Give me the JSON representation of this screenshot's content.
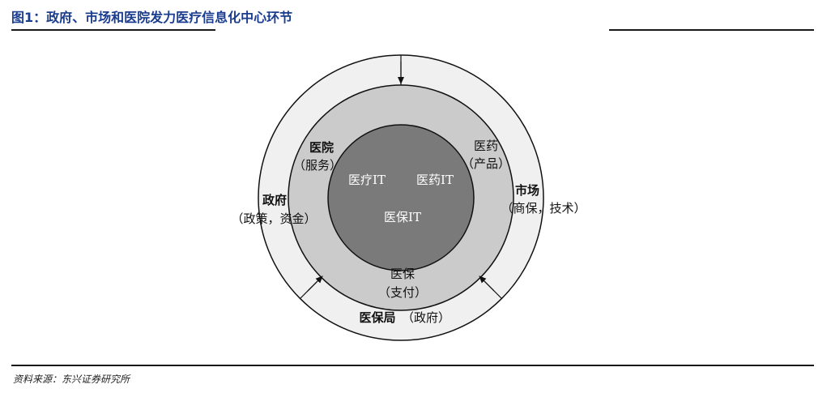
{
  "header": {
    "title": "图1：政府、市场和医院发力医疗信息化中心环节"
  },
  "diagram": {
    "outer": {
      "government": {
        "name": "政府",
        "detail": "（政策，资金）"
      },
      "market": {
        "name": "市场",
        "detail": "（商保，技术）"
      },
      "insurance_bureau": {
        "name": "医保局",
        "detail": "（政府）"
      }
    },
    "middle": {
      "hospital": {
        "name": "医院",
        "detail": "（服务）"
      },
      "pharma": {
        "name": "医药",
        "detail": "（产品）"
      },
      "insurance": {
        "name": "医保",
        "detail": "（支付）"
      }
    },
    "inner": {
      "medical_it": "医疗IT",
      "pharma_it": "医药IT",
      "insurance_it": "医保IT"
    }
  },
  "footer": {
    "source": "资料来源：东兴证券研究所"
  }
}
